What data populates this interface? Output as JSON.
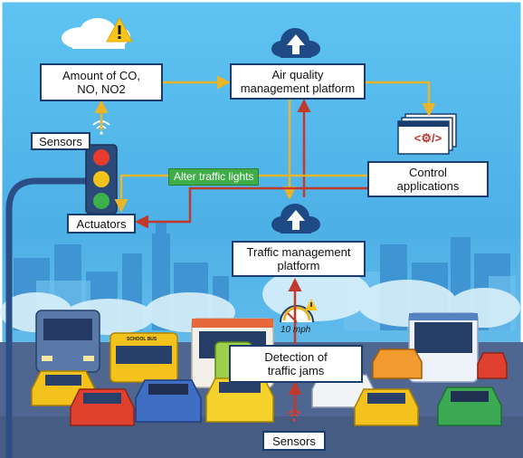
{
  "boxes": {
    "emissions": "Amount of CO,\nNO, NO2",
    "air_quality": "Air quality\nmanagement platform",
    "control": "Control\napplications",
    "traffic_platform": "Traffic management\nplatform",
    "detection": "Detection of\ntraffic jams",
    "actuators": "Actuators",
    "sensors_top": "Sensors",
    "sensors_bottom": "Sensors"
  },
  "labels": {
    "alter": "Alter traffic lights",
    "speed": "10 mph",
    "school_bus": "SCHOOL BUS",
    "code": "<⚙/>"
  },
  "icons": [
    "warning-icon",
    "cloud-upload-icon",
    "traffic-light-icon",
    "wifi-signal-icon",
    "code-window-icon",
    "speedometer-icon"
  ],
  "colors": {
    "sky": "#4fb3ea",
    "road": "#4f6690",
    "box_border": "#1b3d6e",
    "arrow_yellow": "#e9b52a",
    "arrow_red": "#c0392b",
    "green_label": "#3fae49"
  }
}
